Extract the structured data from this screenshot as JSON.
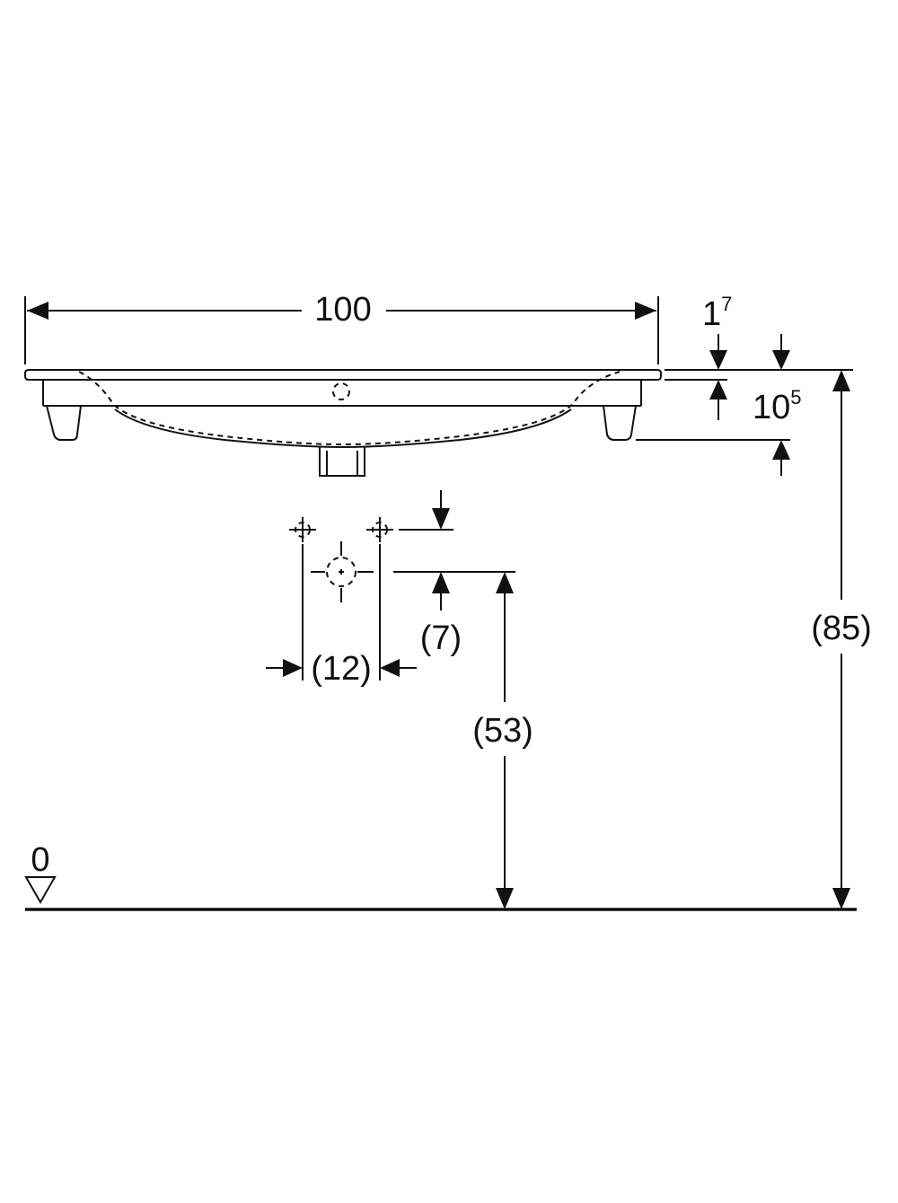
{
  "diagram": {
    "width_label": "100",
    "rim_thickness": {
      "base": "1",
      "sup": "7"
    },
    "basin_depth": {
      "base": "10",
      "sup": "5"
    },
    "tap_spacing_label": "(12)",
    "tap_offset_label": "(7)",
    "tap_height_label": "(53)",
    "total_height_label": "(85)",
    "floor_level_label": "0"
  }
}
